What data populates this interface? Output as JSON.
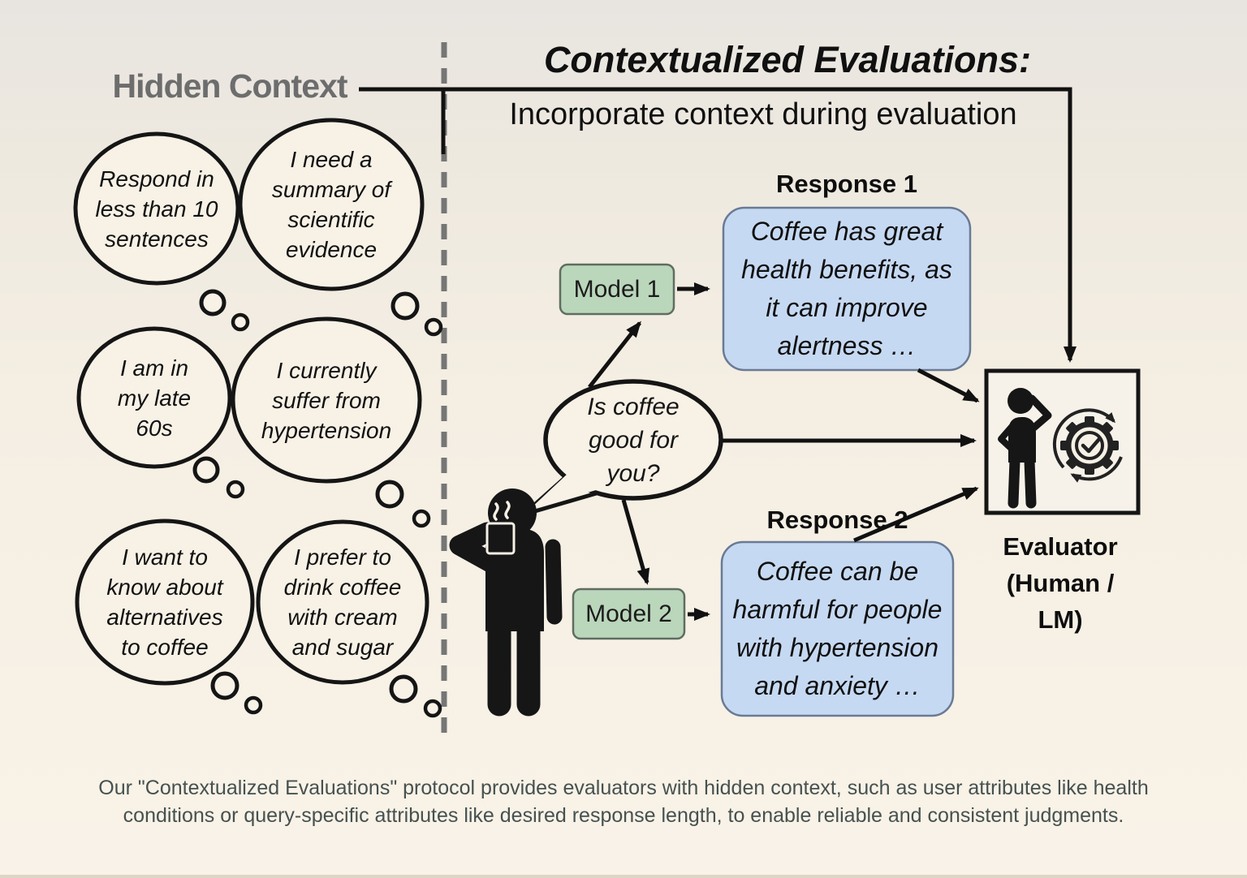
{
  "left_panel": {
    "heading": "Hidden Context",
    "thought_bubbles": [
      {
        "lines": [
          "Respond in",
          "less than 10",
          "sentences"
        ]
      },
      {
        "lines": [
          "I need a",
          "summary of",
          "scientific",
          "evidence"
        ]
      },
      {
        "lines": [
          "I am in",
          "my late",
          "60s"
        ]
      },
      {
        "lines": [
          "I currently",
          "suffer from",
          "hypertension"
        ]
      },
      {
        "lines": [
          "I want to",
          "know about",
          "alternatives",
          "to coffee"
        ]
      },
      {
        "lines": [
          "I prefer to",
          "drink coffee",
          "with cream",
          "and sugar"
        ]
      }
    ]
  },
  "right_panel": {
    "heading": "Contextualized Evaluations:",
    "subheading": "Incorporate context during evaluation",
    "user_query": {
      "lines": [
        "Is coffee",
        "good for",
        "you?"
      ]
    },
    "models": [
      {
        "label": "Model 1"
      },
      {
        "label": "Model 2"
      }
    ],
    "responses": [
      {
        "label": "Response 1",
        "lines": [
          "Coffee has great",
          "health benefits, as",
          "it can improve",
          "alertness …"
        ]
      },
      {
        "label": "Response 2",
        "lines": [
          "Coffee can be",
          "harmful for people",
          "with hypertension",
          "and anxiety …"
        ]
      }
    ],
    "evaluator": {
      "label_lines": [
        "Evaluator",
        "(Human /",
        "LM)"
      ]
    }
  },
  "caption": {
    "lines": [
      "Our \"Contextualized Evaluations\" protocol provides evaluators with hidden context, such as user attributes like health",
      "conditions or query-specific attributes like desired response length, to enable reliable and consistent judgments."
    ]
  },
  "icons": {
    "user_figure": "person-drinking-coffee",
    "evaluator_figure": "thinking-person",
    "evaluator_gear": "gear-check-cycle-arrows"
  },
  "colors": {
    "background_top": "#e8e5e1",
    "background_bottom": "#f7f1e6",
    "response_box_fill": "#c6d9f2",
    "response_box_border": "#697a94",
    "model_box_fill": "#bad6bb",
    "model_box_border": "#5f6d60",
    "bubble_fill": "#f7f1e6",
    "ink": "#161616",
    "heading_gray": "#6d6d6d",
    "caption_text": "#46514f",
    "divider_gray": "#767676"
  }
}
